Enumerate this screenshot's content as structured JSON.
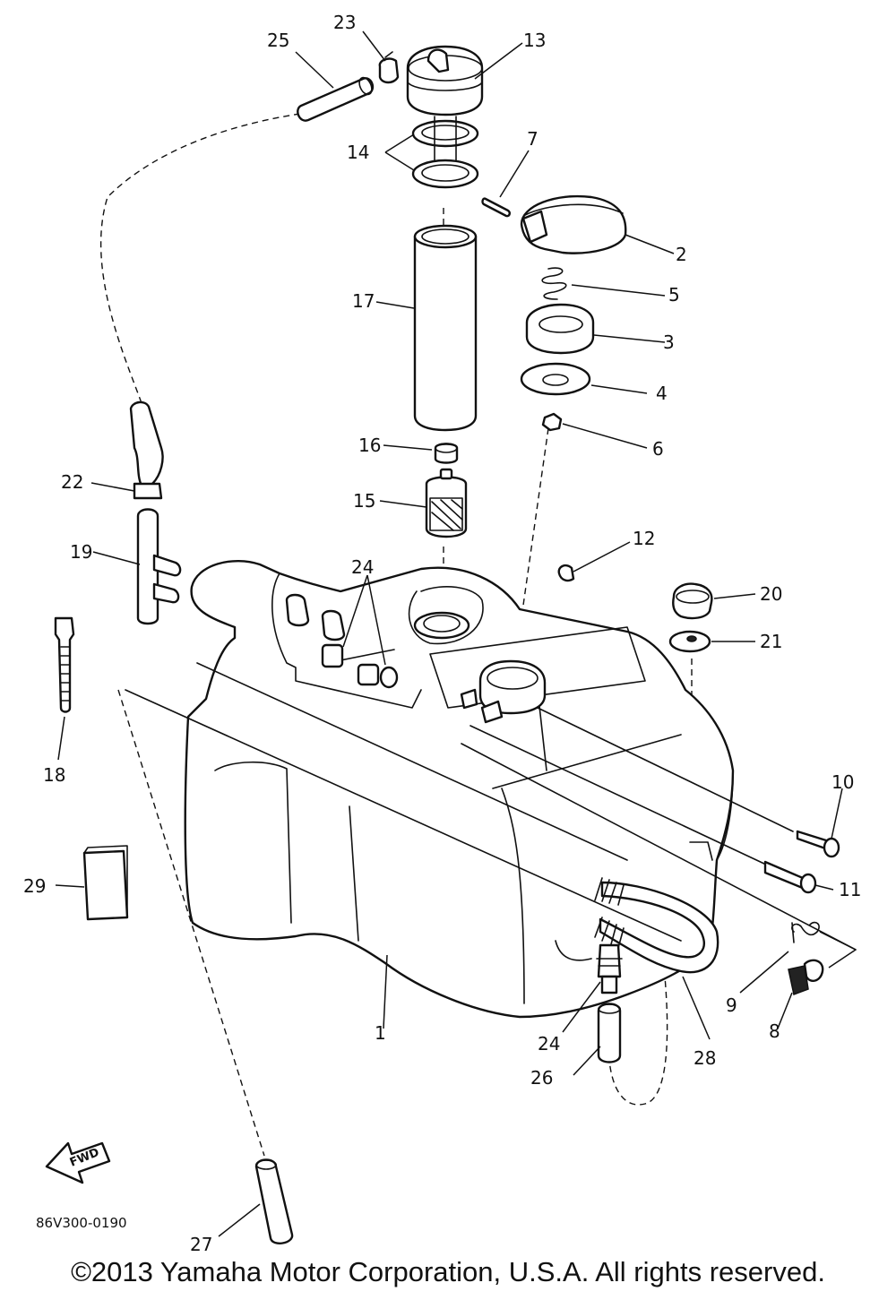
{
  "diagram": {
    "callouts": [
      "1",
      "2",
      "3",
      "4",
      "5",
      "6",
      "7",
      "8",
      "9",
      "10",
      "11",
      "12",
      "13",
      "14",
      "15",
      "16",
      "17",
      "18",
      "19",
      "20",
      "21",
      "22",
      "23",
      "24",
      "24",
      "24",
      "25",
      "26",
      "27",
      "28",
      "29"
    ],
    "fwd_label": "FWD",
    "drawing_code": "86V300-0190"
  },
  "footer": {
    "copyright": "©2013 Yamaha Motor Corporation, U.S.A. All rights reserved."
  }
}
